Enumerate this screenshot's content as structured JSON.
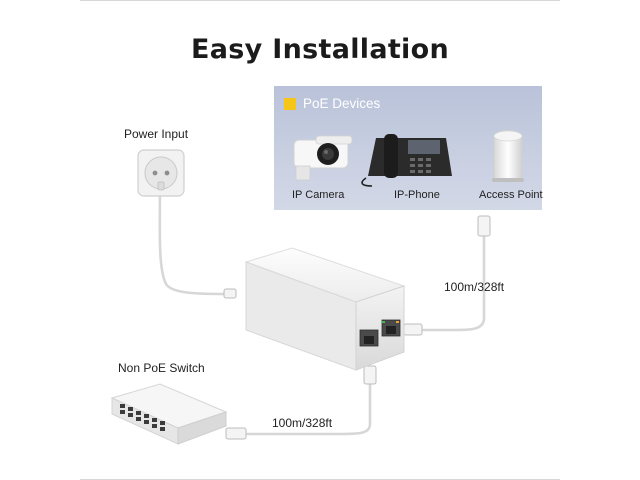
{
  "title": "Easy Installation",
  "panel": {
    "title": "PoE Devices",
    "devices": [
      {
        "label": "IP Camera"
      },
      {
        "label": "IP-Phone"
      },
      {
        "label": "Access Point"
      }
    ]
  },
  "labels": {
    "power_input": "Power Input",
    "switch": "Non PoE Switch",
    "cable_top": "100m/328ft",
    "cable_bottom": "100m/328ft"
  },
  "colors": {
    "panel_bg": "#c3cbe0",
    "legend_square": "#f5c518",
    "cable": "#d6d6d6",
    "led_green": "#3fb950",
    "led_orange": "#f0a030"
  },
  "icons": [
    "wall-socket-icon",
    "ip-camera-icon",
    "ip-phone-icon",
    "access-point-icon",
    "poe-injector-icon",
    "network-switch-icon"
  ]
}
